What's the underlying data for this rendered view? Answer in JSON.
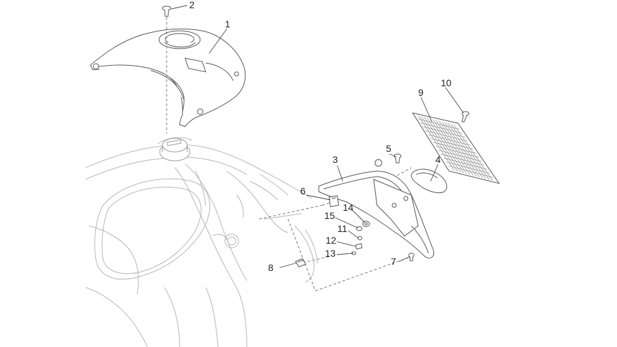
{
  "diagram": {
    "callouts": [
      {
        "id": "1",
        "label": "1"
      },
      {
        "id": "2",
        "label": "2"
      },
      {
        "id": "3",
        "label": "3"
      },
      {
        "id": "4",
        "label": "4"
      },
      {
        "id": "5",
        "label": "5"
      },
      {
        "id": "6",
        "label": "6"
      },
      {
        "id": "7",
        "label": "7"
      },
      {
        "id": "8",
        "label": "8"
      },
      {
        "id": "9",
        "label": "9"
      },
      {
        "id": "10",
        "label": "10"
      },
      {
        "id": "11",
        "label": "11"
      },
      {
        "id": "12",
        "label": "12"
      },
      {
        "id": "13",
        "label": "13"
      },
      {
        "id": "14",
        "label": "14"
      },
      {
        "id": "15",
        "label": "15"
      }
    ],
    "colors": {
      "line": "#555555",
      "light_line": "#b5b5b5",
      "part_fill": "#ffffff",
      "text": "#222222"
    }
  }
}
